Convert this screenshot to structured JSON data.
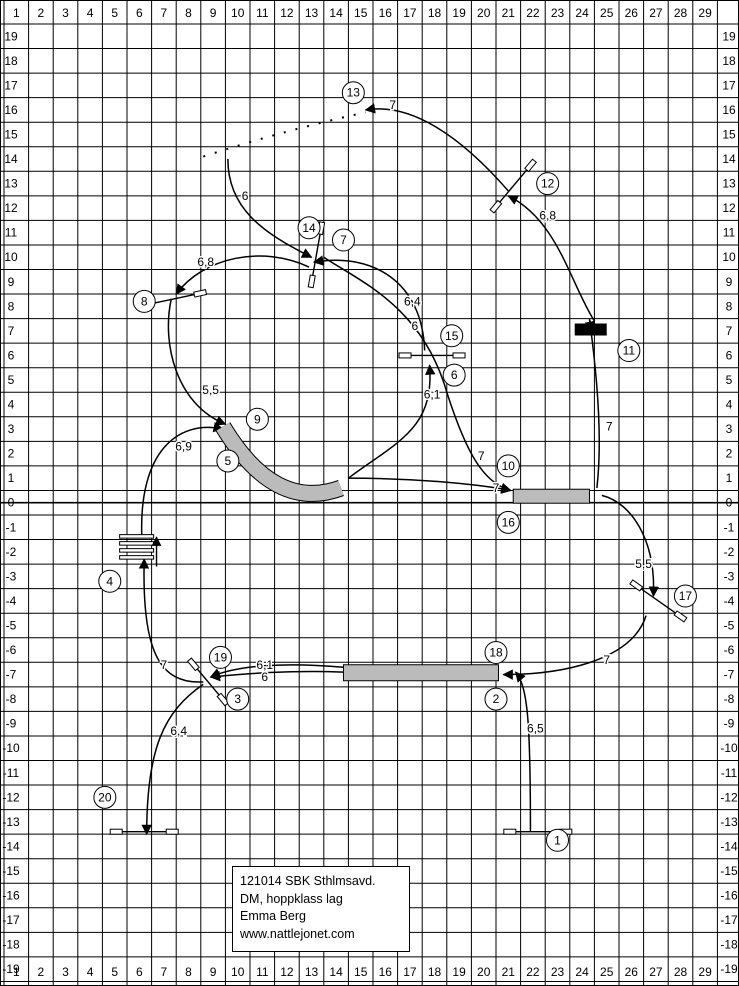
{
  "grid": {
    "x_labels": [
      "1",
      "2",
      "3",
      "4",
      "5",
      "6",
      "7",
      "8",
      "9",
      "10",
      "11",
      "12",
      "13",
      "14",
      "15",
      "16",
      "17",
      "18",
      "19",
      "20",
      "21",
      "22",
      "23",
      "24",
      "25",
      "26",
      "27",
      "28",
      "29"
    ],
    "y_labels": [
      "19",
      "18",
      "17",
      "16",
      "15",
      "14",
      "13",
      "12",
      "11",
      "10",
      "9",
      "8",
      "7",
      "6",
      "5",
      "4",
      "3",
      "2",
      "1",
      "0",
      "-1",
      "-2",
      "-3",
      "-4",
      "-5",
      "-6",
      "-7",
      "-8",
      "-9",
      "-10",
      "-11",
      "-12",
      "-13",
      "-14",
      "-15",
      "-16",
      "-17",
      "-18",
      "-19"
    ]
  },
  "obstacle_numbers": [
    {
      "n": "1",
      "c": [
        23,
        -13.75
      ]
    },
    {
      "n": "2",
      "c": [
        20.5,
        -8
      ]
    },
    {
      "n": "3",
      "c": [
        10,
        -8
      ]
    },
    {
      "n": "4",
      "c": [
        4.8,
        -3.2
      ]
    },
    {
      "n": "5",
      "c": [
        9.6,
        1.7
      ]
    },
    {
      "n": "6",
      "c": [
        18.8,
        5.2
      ]
    },
    {
      "n": "7",
      "c": [
        14.3,
        10.7
      ]
    },
    {
      "n": "8",
      "c": [
        6.2,
        8.2
      ]
    },
    {
      "n": "9",
      "c": [
        10.8,
        3.4
      ]
    },
    {
      "n": "10",
      "c": [
        21,
        1.5
      ]
    },
    {
      "n": "11",
      "c": [
        25.9,
        6.2
      ]
    },
    {
      "n": "12",
      "c": [
        22.6,
        13
      ]
    },
    {
      "n": "13",
      "c": [
        14.7,
        16.7
      ]
    },
    {
      "n": "14",
      "c": [
        12.9,
        11.2
      ]
    },
    {
      "n": "15",
      "c": [
        18.7,
        6.8
      ]
    },
    {
      "n": "16",
      "c": [
        21,
        -0.8
      ]
    },
    {
      "n": "17",
      "c": [
        28.2,
        -3.8
      ]
    },
    {
      "n": "18",
      "c": [
        20.5,
        -6.1
      ]
    },
    {
      "n": "19",
      "c": [
        9.3,
        -6.3
      ]
    },
    {
      "n": "20",
      "c": [
        4.6,
        -12
      ]
    }
  ],
  "distances": [
    {
      "t": "7",
      "c": [
        16.3,
        16.2
      ]
    },
    {
      "t": "6",
      "c": [
        10.3,
        12.5
      ]
    },
    {
      "t": "6,8",
      "c": [
        22.6,
        11.7
      ]
    },
    {
      "t": "6,8",
      "c": [
        8.7,
        9.8
      ]
    },
    {
      "t": "6,4",
      "c": [
        17.1,
        8.2
      ]
    },
    {
      "t": "6",
      "c": [
        17.2,
        7.2
      ]
    },
    {
      "t": "5,5",
      "c": [
        8.9,
        4.6
      ]
    },
    {
      "t": "6,1",
      "c": [
        17.9,
        4.4
      ]
    },
    {
      "t": "6,9",
      "c": [
        7.8,
        2.3
      ]
    },
    {
      "t": "7",
      "c": [
        19.9,
        1.9
      ]
    },
    {
      "t": "7",
      "c": [
        20.5,
        0.6
      ]
    },
    {
      "t": "7",
      "c": [
        25.1,
        3.1
      ]
    },
    {
      "t": "5,5",
      "c": [
        26.5,
        -2.5
      ]
    },
    {
      "t": "7",
      "c": [
        25,
        -6.4
      ]
    },
    {
      "t": "7",
      "c": [
        7,
        -6.6
      ]
    },
    {
      "t": "6,1",
      "c": [
        11.1,
        -6.6
      ]
    },
    {
      "t": "6",
      "c": [
        11.1,
        -7.1
      ]
    },
    {
      "t": "6,4",
      "c": [
        7.6,
        -9.3
      ]
    },
    {
      "t": "6,5",
      "c": [
        22.1,
        -9.2
      ]
    }
  ],
  "info": {
    "line1": "121014 SBK Sthlmsavd.",
    "line2": "DM, hoppklass lag",
    "line3": "Emma Berg",
    "line4": "www.nattlejonet.com"
  }
}
